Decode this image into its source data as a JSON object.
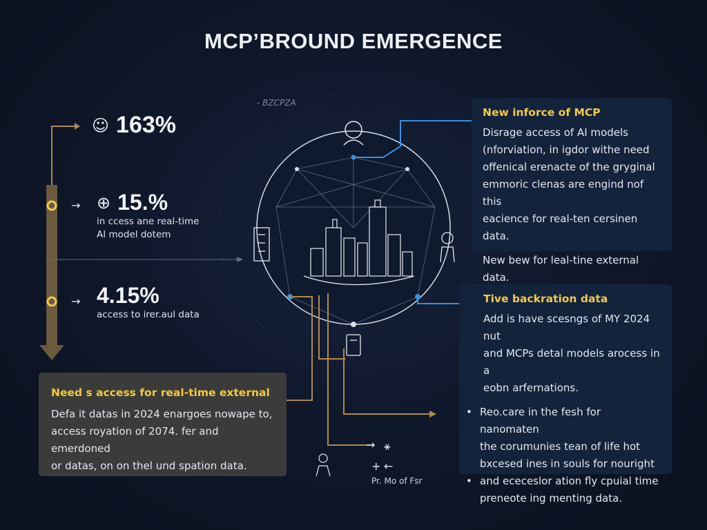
{
  "title": "MCP’BROUND EMERGENCE",
  "diagram_top_label": "- BZCPZA",
  "stats": [
    {
      "value": "163%",
      "sub_lines": []
    },
    {
      "value": "15.%",
      "sub_lines": [
        "in ccess ane real-time",
        "AI model dotem"
      ]
    },
    {
      "value": "4.15%",
      "sub_lines": [
        "access to irer.aul data"
      ]
    }
  ],
  "panel_top_right": {
    "title": "New inforce of MCP",
    "lines": [
      "Disrage access of AI models",
      "(nforviation, in igdor withe need",
      "offenical erenacte of the gryginal",
      "emmoric clenas are engind nof this",
      "eacience for real-ten cersinen data."
    ],
    "footer": "New bew for leal-tine external data."
  },
  "panel_bottom_right": {
    "title": "Tive backration data",
    "intro_lines": [
      "Add is have scesngs of MY 2024 nut",
      "and MCPs detal models arocess in a",
      "eobn arfernations."
    ],
    "bullets": [
      [
        "Reo.care in the fesh for nanomaten",
        "the corumunies tean of life hot",
        "bxcesed ines in souls for nouright"
      ],
      [
        "and ececeslor ation fly cpuial time",
        "preneote ing menting data."
      ]
    ]
  },
  "panel_bottom_left": {
    "title": "Need s access for real-time external",
    "lines": [
      "Defa it datas in 2024 enargoes nowape to,",
      "access royation of 2074. fer and emerdoned",
      "or datas, on on thel und spation data."
    ]
  },
  "bottom_label": "Pr. Mo of Fsr",
  "colors": {
    "accent_gold": "#f2c94c",
    "accent_blue": "#3a8fe0",
    "line_tan": "#b08a4e"
  }
}
